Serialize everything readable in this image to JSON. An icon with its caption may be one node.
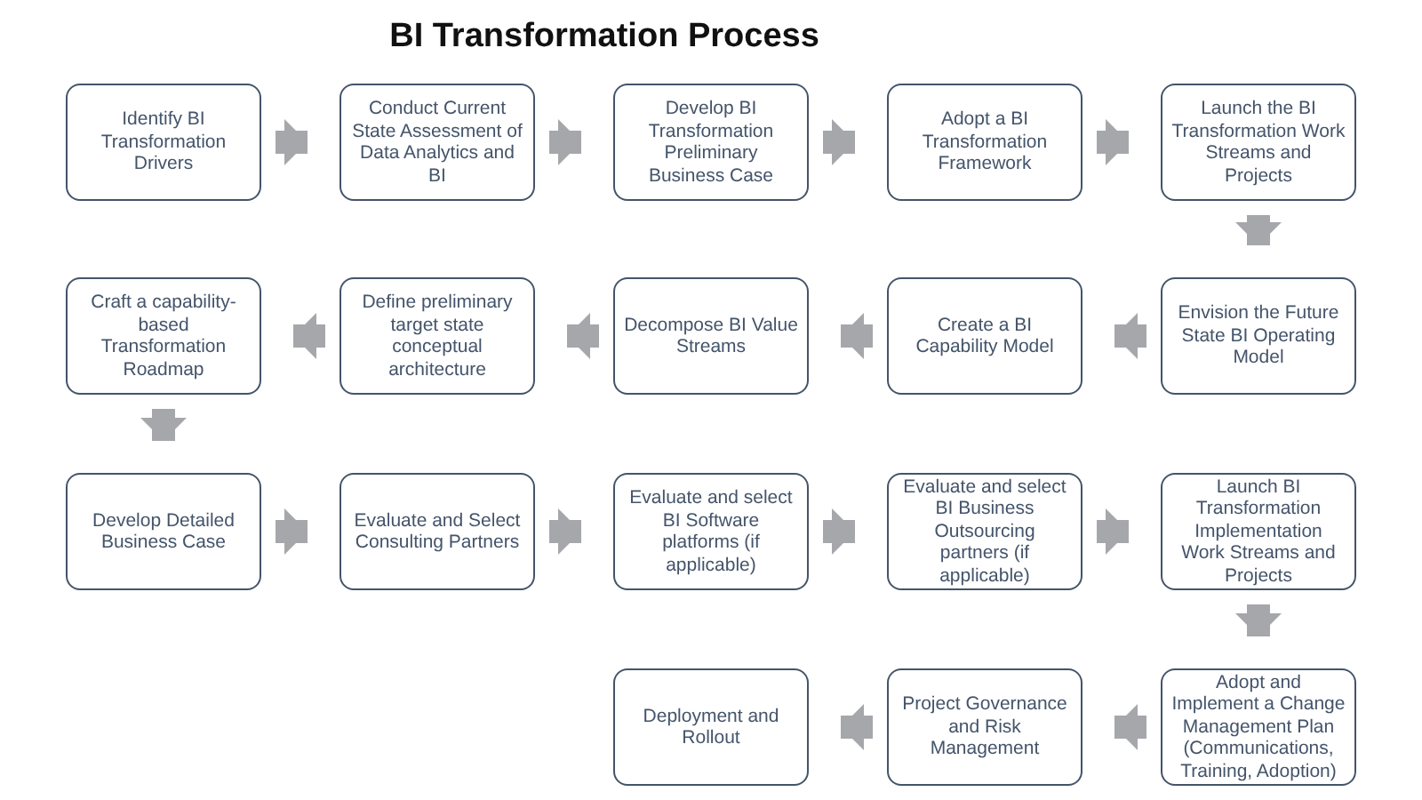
{
  "diagram": {
    "title": "BI Transformation Process",
    "nodes": [
      {
        "text": [
          "Identify BI Transformation Drivers"
        ]
      },
      {
        "text": [
          "Conduct Current State Assessment of Data Analytics and BI"
        ]
      },
      {
        "text": [
          "Develop BI Transformation Preliminary Business Case"
        ]
      },
      {
        "text": [
          "Adopt a BI Transformation Framework"
        ]
      },
      {
        "text": [
          "Launch the BI Transformation Work Streams and Projects"
        ]
      },
      {
        "text": [
          "Envision the Future State BI Operating Model"
        ]
      },
      {
        "text": [
          "Create a BI Capability Model"
        ]
      },
      {
        "text": [
          "Decompose BI Value Streams"
        ]
      },
      {
        "text": [
          "Define preliminary target state conceptual architecture"
        ]
      },
      {
        "text": [
          "Craft a capability-based Transformation Roadmap"
        ]
      },
      {
        "text": [
          "Develop Detailed Business Case"
        ]
      },
      {
        "text": [
          "Evaluate and Select Consulting Partners"
        ]
      },
      {
        "text": [
          "Evaluate and select BI Software platforms (if applicable)"
        ]
      },
      {
        "text": [
          "Evaluate and select BI Business Outsourcing partners (if applicable)"
        ]
      },
      {
        "text": [
          "Launch BI Transformation Implementation Work Streams and Projects"
        ]
      },
      {
        "text": [
          "Adopt and Implement a Change Management Plan (Communications, Training, Adoption)"
        ]
      },
      {
        "text": [
          "Project Governance and Risk Management"
        ]
      },
      {
        "text": [
          "Deployment and Rollout"
        ]
      }
    ],
    "edges": [
      {
        "from": 0,
        "to": 1,
        "arrow": "to"
      },
      {
        "from": 1,
        "to": 2,
        "arrow": "to"
      },
      {
        "from": 2,
        "to": 3,
        "arrow": "to"
      },
      {
        "from": 3,
        "to": 4,
        "arrow": "to"
      },
      {
        "from": 4,
        "to": 5,
        "arrow": "to"
      },
      {
        "from": 5,
        "to": 6,
        "arrow": "to"
      },
      {
        "from": 6,
        "to": 7,
        "arrow": "to"
      },
      {
        "from": 7,
        "to": 8,
        "arrow": "to"
      },
      {
        "from": 8,
        "to": 9,
        "arrow": "to"
      },
      {
        "from": 9,
        "to": 10,
        "arrow": "to"
      },
      {
        "from": 10,
        "to": 11,
        "arrow": "to"
      },
      {
        "from": 11,
        "to": 12,
        "arrow": "to"
      },
      {
        "from": 12,
        "to": 13,
        "arrow": "to"
      },
      {
        "from": 13,
        "to": 14,
        "arrow": "to"
      },
      {
        "from": 14,
        "to": 15,
        "arrow": "to"
      },
      {
        "from": 15,
        "to": 16,
        "arrow": "to"
      },
      {
        "from": 16,
        "to": 17,
        "arrow": "to"
      }
    ]
  }
}
